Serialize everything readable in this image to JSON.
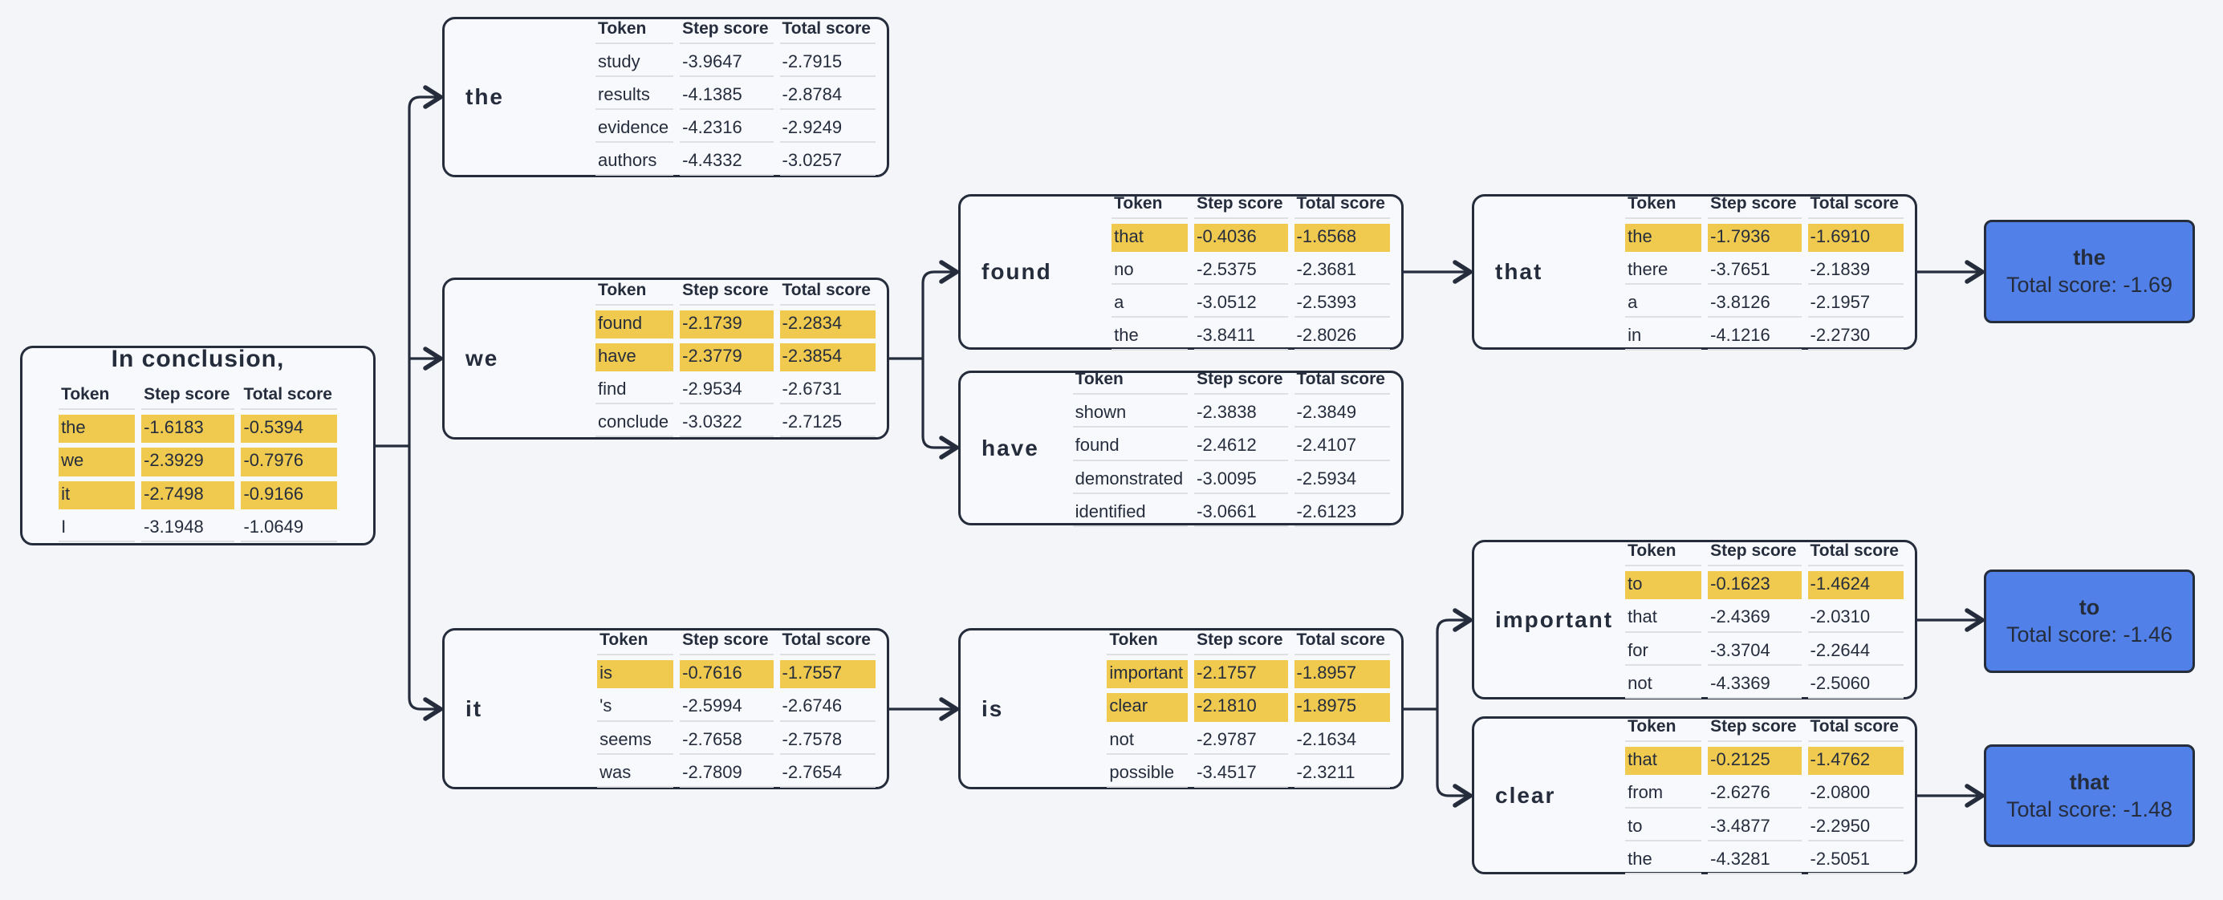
{
  "diagram": {
    "columns": [
      "Token",
      "Step score",
      "Total score"
    ],
    "root": {
      "title": "In conclusion,",
      "rows": [
        {
          "token": "the",
          "step": "-1.6183",
          "total": "-0.5394",
          "highlight": true
        },
        {
          "token": "we",
          "step": "-2.3929",
          "total": "-0.7976",
          "highlight": true
        },
        {
          "token": "it",
          "step": "-2.7498",
          "total": "-0.9166",
          "highlight": true
        },
        {
          "token": "I",
          "step": "-3.1948",
          "total": "-1.0649",
          "highlight": false
        }
      ]
    },
    "nodes": {
      "the": {
        "label": "the",
        "rows": [
          {
            "token": "study",
            "step": "-3.9647",
            "total": "-2.7915",
            "highlight": false
          },
          {
            "token": "results",
            "step": "-4.1385",
            "total": "-2.8784",
            "highlight": false
          },
          {
            "token": "evidence",
            "step": "-4.2316",
            "total": "-2.9249",
            "highlight": false
          },
          {
            "token": "authors",
            "step": "-4.4332",
            "total": "-3.0257",
            "highlight": false
          }
        ]
      },
      "we": {
        "label": "we",
        "rows": [
          {
            "token": "found",
            "step": "-2.1739",
            "total": "-2.2834",
            "highlight": true
          },
          {
            "token": "have",
            "step": "-2.3779",
            "total": "-2.3854",
            "highlight": true
          },
          {
            "token": "find",
            "step": "-2.9534",
            "total": "-2.6731",
            "highlight": false
          },
          {
            "token": "conclude",
            "step": "-3.0322",
            "total": "-2.7125",
            "highlight": false
          }
        ]
      },
      "it": {
        "label": "it",
        "rows": [
          {
            "token": "is",
            "step": "-0.7616",
            "total": "-1.7557",
            "highlight": true
          },
          {
            "token": "'s",
            "step": "-2.5994",
            "total": "-2.6746",
            "highlight": false
          },
          {
            "token": "seems",
            "step": "-2.7658",
            "total": "-2.7578",
            "highlight": false
          },
          {
            "token": "was",
            "step": "-2.7809",
            "total": "-2.7654",
            "highlight": false
          }
        ]
      },
      "found": {
        "label": "found",
        "rows": [
          {
            "token": "that",
            "step": "-0.4036",
            "total": "-1.6568",
            "highlight": true
          },
          {
            "token": "no",
            "step": "-2.5375",
            "total": "-2.3681",
            "highlight": false
          },
          {
            "token": "a",
            "step": "-3.0512",
            "total": "-2.5393",
            "highlight": false
          },
          {
            "token": "the",
            "step": "-3.8411",
            "total": "-2.8026",
            "highlight": false
          }
        ]
      },
      "have": {
        "label": "have",
        "rows": [
          {
            "token": "shown",
            "step": "-2.3838",
            "total": "-2.3849",
            "highlight": false
          },
          {
            "token": "found",
            "step": "-2.4612",
            "total": "-2.4107",
            "highlight": false
          },
          {
            "token": "demonstrated",
            "step": "-3.0095",
            "total": "-2.5934",
            "highlight": false
          },
          {
            "token": "identified",
            "step": "-3.0661",
            "total": "-2.6123",
            "highlight": false
          }
        ]
      },
      "is": {
        "label": "is",
        "rows": [
          {
            "token": "important",
            "step": "-2.1757",
            "total": "-1.8957",
            "highlight": true
          },
          {
            "token": "clear",
            "step": "-2.1810",
            "total": "-1.8975",
            "highlight": true
          },
          {
            "token": "not",
            "step": "-2.9787",
            "total": "-2.1634",
            "highlight": false
          },
          {
            "token": "possible",
            "step": "-3.4517",
            "total": "-2.3211",
            "highlight": false
          }
        ]
      },
      "that": {
        "label": "that",
        "rows": [
          {
            "token": "the",
            "step": "-1.7936",
            "total": "-1.6910",
            "highlight": true
          },
          {
            "token": "there",
            "step": "-3.7651",
            "total": "-2.1839",
            "highlight": false
          },
          {
            "token": "a",
            "step": "-3.8126",
            "total": "-2.1957",
            "highlight": false
          },
          {
            "token": "in",
            "step": "-4.1216",
            "total": "-2.2730",
            "highlight": false
          }
        ]
      },
      "important": {
        "label": "important",
        "rows": [
          {
            "token": "to",
            "step": "-0.1623",
            "total": "-1.4624",
            "highlight": true
          },
          {
            "token": "that",
            "step": "-2.4369",
            "total": "-2.0310",
            "highlight": false
          },
          {
            "token": "for",
            "step": "-3.3704",
            "total": "-2.2644",
            "highlight": false
          },
          {
            "token": "not",
            "step": "-4.3369",
            "total": "-2.5060",
            "highlight": false
          }
        ]
      },
      "clear": {
        "label": "clear",
        "rows": [
          {
            "token": "that",
            "step": "-0.2125",
            "total": "-1.4762",
            "highlight": true
          },
          {
            "token": "from",
            "step": "-2.6276",
            "total": "-2.0800",
            "highlight": false
          },
          {
            "token": "to",
            "step": "-3.4877",
            "total": "-2.2950",
            "highlight": false
          },
          {
            "token": "the",
            "step": "-4.3281",
            "total": "-2.5051",
            "highlight": false
          }
        ]
      }
    },
    "finals": {
      "the": {
        "label": "the",
        "score": "Total score: -1.69"
      },
      "to": {
        "label": "to",
        "score": "Total score: -1.46"
      },
      "that": {
        "label": "that",
        "score": "Total score: -1.48"
      }
    },
    "colors": {
      "background": "#F4F5F9",
      "node_fill": "#F8F9FC",
      "outline": "#252D3D",
      "highlight_yellow": "#F0CA4E",
      "final_blue": "#5180E8",
      "divider_gray": "#DEDFE3"
    }
  }
}
